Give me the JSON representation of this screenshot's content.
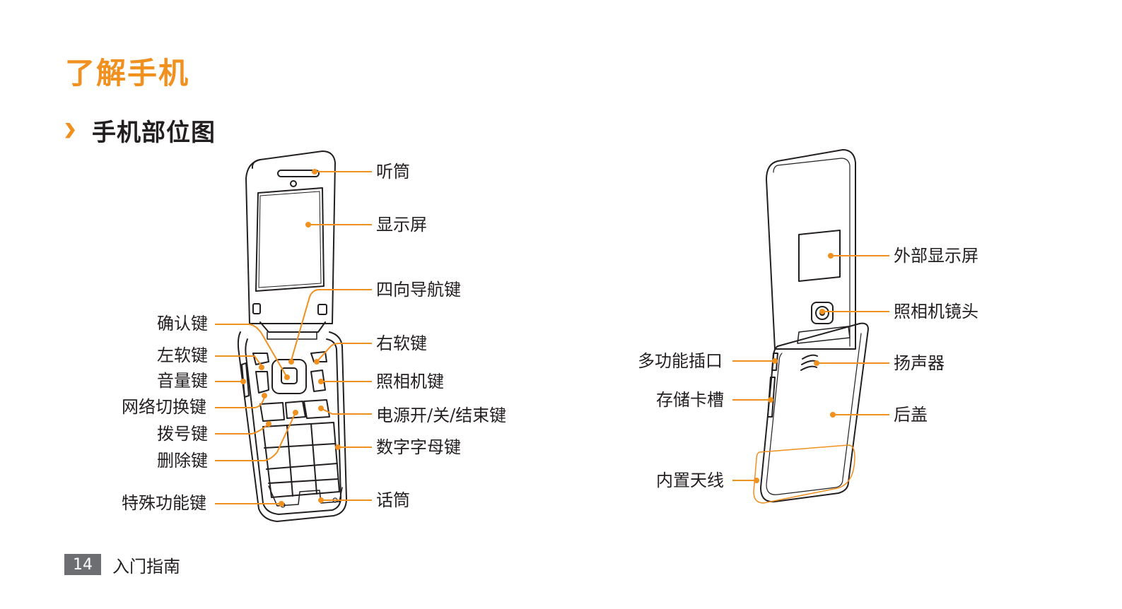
{
  "page": {
    "title": "了解手机",
    "section_title": "手机部位图"
  },
  "front_labels": {
    "earpiece": "听筒",
    "display": "显示屏",
    "nav_key": "四向导航键",
    "confirm_key": "确认键",
    "right_soft_key": "右软键",
    "left_soft_key": "左软键",
    "volume_key": "音量键",
    "camera_key": "照相机键",
    "network_switch_key": "网络切换键",
    "power_end_key": "电源开/关/结束键",
    "dial_key": "拨号键",
    "alphanumeric_keys": "数字字母键",
    "delete_key": "删除键",
    "special_function_keys": "特殊功能键",
    "microphone": "话筒"
  },
  "back_labels": {
    "external_display": "外部显示屏",
    "camera_lens": "照相机镜头",
    "multifunction_jack": "多功能插口",
    "speaker": "扬声器",
    "memory_card_slot": "存储卡槽",
    "back_cover": "后盖",
    "internal_antenna": "内置天线"
  },
  "footer": {
    "page_number": "14",
    "chapter": "入门指南"
  },
  "colors": {
    "accent": "#f0901e",
    "text": "#231f20",
    "footer_box": "#6d6e71"
  }
}
